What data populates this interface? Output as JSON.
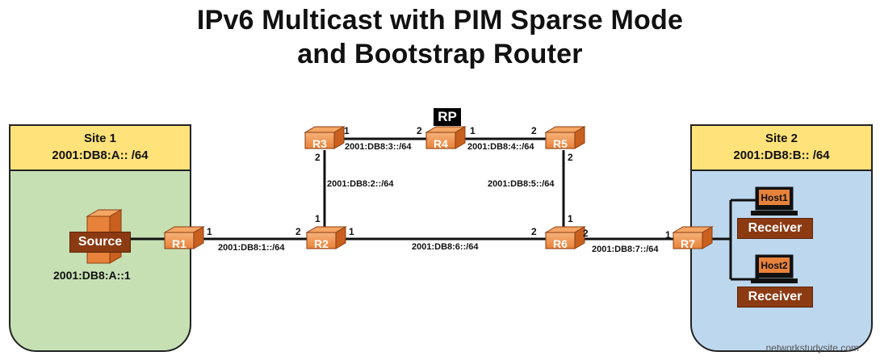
{
  "title_line1": "IPv6 Multicast with PIM Sparse Mode",
  "title_line2": "and Bootstrap Router",
  "site1": {
    "name": "Site 1",
    "prefix": "2001:DB8:A:: /64"
  },
  "site2": {
    "name": "Site 2",
    "prefix": "2001:DB8:B:: /64"
  },
  "source": {
    "label": "Source",
    "ip": "2001:DB8:A::1"
  },
  "rp_label": "RP",
  "routers": {
    "r1": "R1",
    "r2": "R2",
    "r3": "R3",
    "r4": "R4",
    "r5": "R5",
    "r6": "R6",
    "r7": "R7"
  },
  "links": {
    "l1": "2001:DB8:1::/64",
    "l2": "2001:DB8:2::/64",
    "l3": "2001:DB8:3::/64",
    "l4": "2001:DB8:4::/64",
    "l5": "2001:DB8:5::/64",
    "l6": "2001:DB8:6::/64",
    "l7": "2001:DB8:7::/64"
  },
  "ports": {
    "one": "1",
    "two": "2"
  },
  "hosts": {
    "host1": {
      "name": "Host1",
      "role": "Receiver"
    },
    "host2": {
      "name": "Host2",
      "role": "Receiver"
    }
  },
  "watermark": "networkstudysite.com",
  "colors": {
    "router": "#e8823a",
    "label_box": "#8b3a12",
    "site1_bg": "#c6e0b4",
    "site2_bg": "#bdd7ee",
    "site_header": "#ffe27a"
  }
}
